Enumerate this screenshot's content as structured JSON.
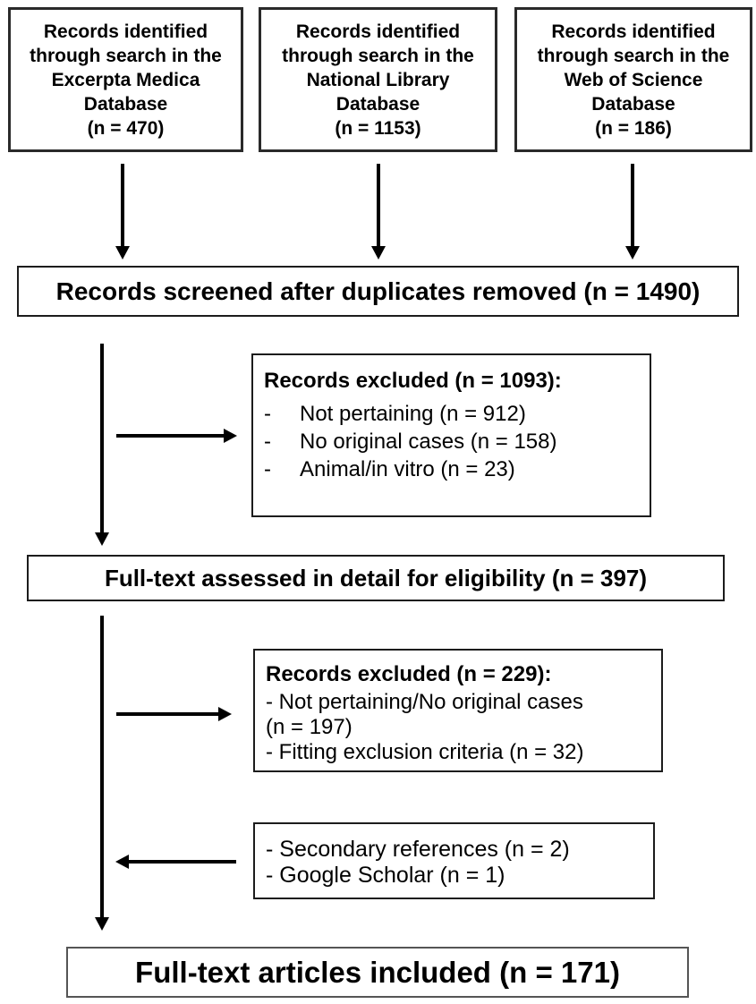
{
  "diagram": {
    "sources": [
      {
        "lines": [
          "Records identified",
          "through search in the",
          "Excerpta Medica",
          "Database",
          "(n = 470)"
        ]
      },
      {
        "lines": [
          "Records identified",
          "through search in the",
          "National Library",
          "Database",
          "(n = 1153)"
        ]
      },
      {
        "lines": [
          "Records identified",
          "through search in the",
          "Web of Science",
          "Database",
          "(n = 186)"
        ]
      }
    ],
    "screened": {
      "label": "Records screened after duplicates removed (n = 1490)"
    },
    "excluded1": {
      "heading": "Records excluded (n = 1093):",
      "bullet": "-",
      "items": [
        "Not pertaining (n = 912)",
        "No original cases (n = 158)",
        "Animal/in vitro (n = 23)"
      ]
    },
    "fulltext": {
      "label": "Full-text assessed in detail for eligibility (n = 397)"
    },
    "excluded2": {
      "heading": "Records excluded (n = 229):",
      "lines": [
        "- Not pertaining/No original cases",
        "(n = 197)",
        "- Fitting exclusion criteria (n = 32)"
      ]
    },
    "additions": {
      "lines": [
        "- Secondary references (n = 2)",
        "- Google Scholar (n = 1)"
      ]
    },
    "included": {
      "label": "Full-text articles included (n = 171)"
    }
  },
  "colors": {
    "background": "#ffffff",
    "box_border": "#1c1c1c",
    "text": "#000000",
    "arrow": "#000000"
  }
}
